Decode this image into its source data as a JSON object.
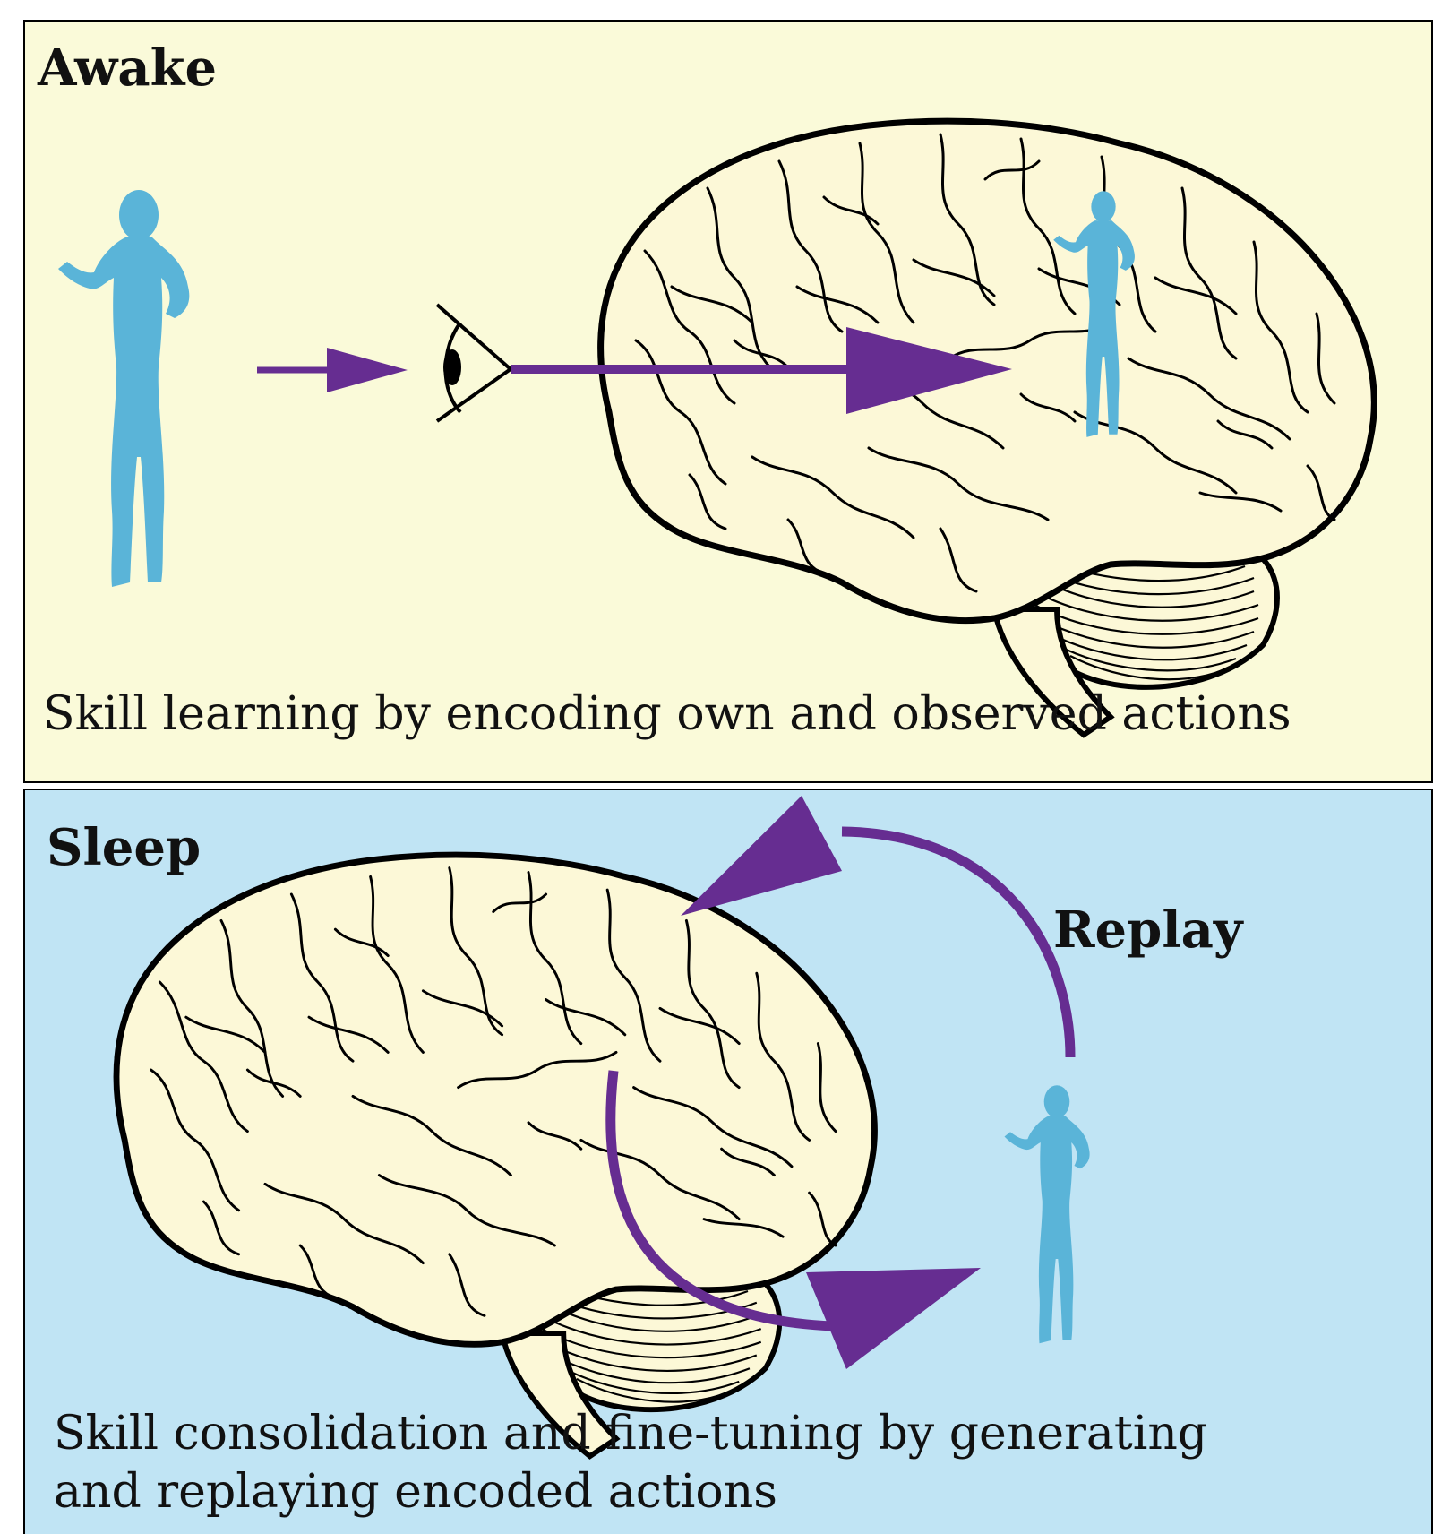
{
  "colors": {
    "awake_bg": "#fafad9",
    "sleep_bg": "#c0e4f4",
    "arrow": "#662d91",
    "figure": "#5ab4d8",
    "brain_fill_awake": "#fcf8d7",
    "outline": "#000000"
  },
  "awake": {
    "label": "Awake",
    "caption": "Skill learning by encoding own and observed actions",
    "icons": [
      "person-figure-icon",
      "eye-icon",
      "brain-icon",
      "person-figure-icon"
    ]
  },
  "sleep": {
    "label": "Sleep",
    "replay_label": "Replay",
    "caption_line1": "Skill consolidation and fine-tuning by generating",
    "caption_line2": "and replaying encoded actions",
    "icons": [
      "brain-icon",
      "person-figure-icon",
      "replay-arrow-icon"
    ]
  }
}
